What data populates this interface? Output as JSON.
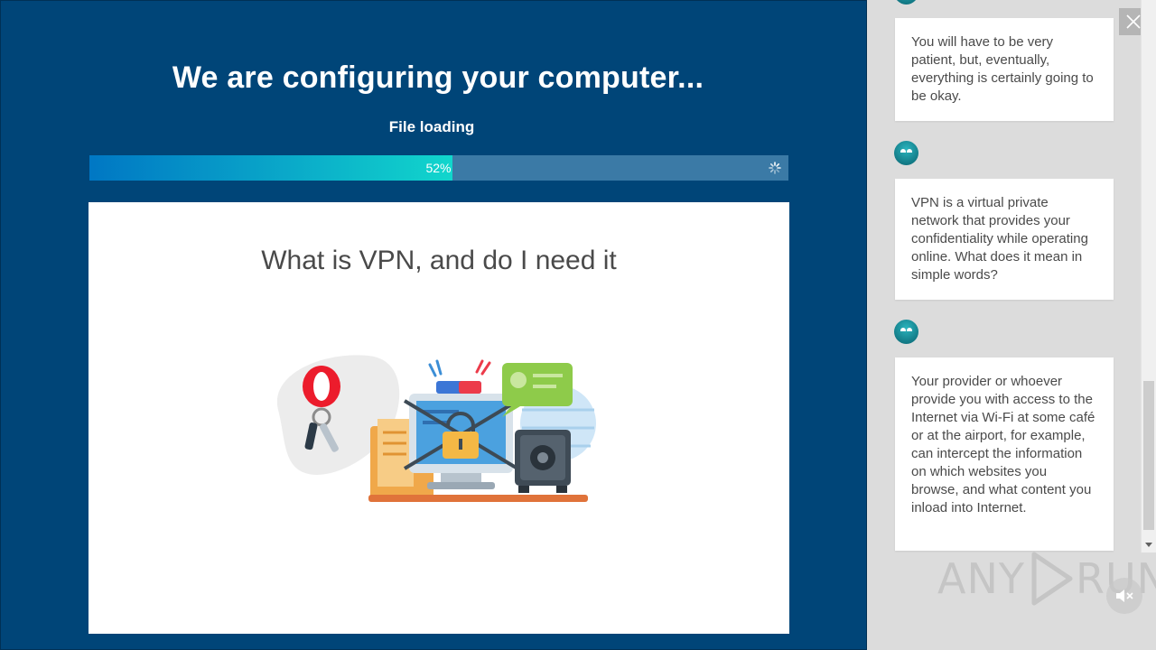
{
  "header": {
    "title": "We are configuring your computer...",
    "status": "File loading"
  },
  "progress": {
    "percent": 52,
    "label": "52%"
  },
  "card": {
    "title": "What is VPN, and do I need it"
  },
  "chat": {
    "messages": [
      {
        "text": "You will have to be very patient, but, eventually, everything is certainly going to be okay."
      },
      {
        "lead": "VPN",
        "text": " is a virtual private network that provides your confidentiality while operating online. What does it mean in simple words?"
      },
      {
        "text": "Your provider or whoever provide you with access to the Internet via Wi-Fi at some café or at the airport, for example, can intercept the information on which websites you browse, and what content you inload into Internet."
      }
    ]
  },
  "watermark": {
    "left": "ANY",
    "right": "RUN"
  },
  "colors": {
    "background": "#004578",
    "progress_start": "#0077c4",
    "progress_end": "#11d6cc",
    "sidebar": "#dcdcdc"
  },
  "icons": [
    "spinner-icon",
    "close-icon",
    "bot-avatar-icon",
    "play-icon",
    "mute-icon",
    "scroll-down-arrow-icon"
  ]
}
